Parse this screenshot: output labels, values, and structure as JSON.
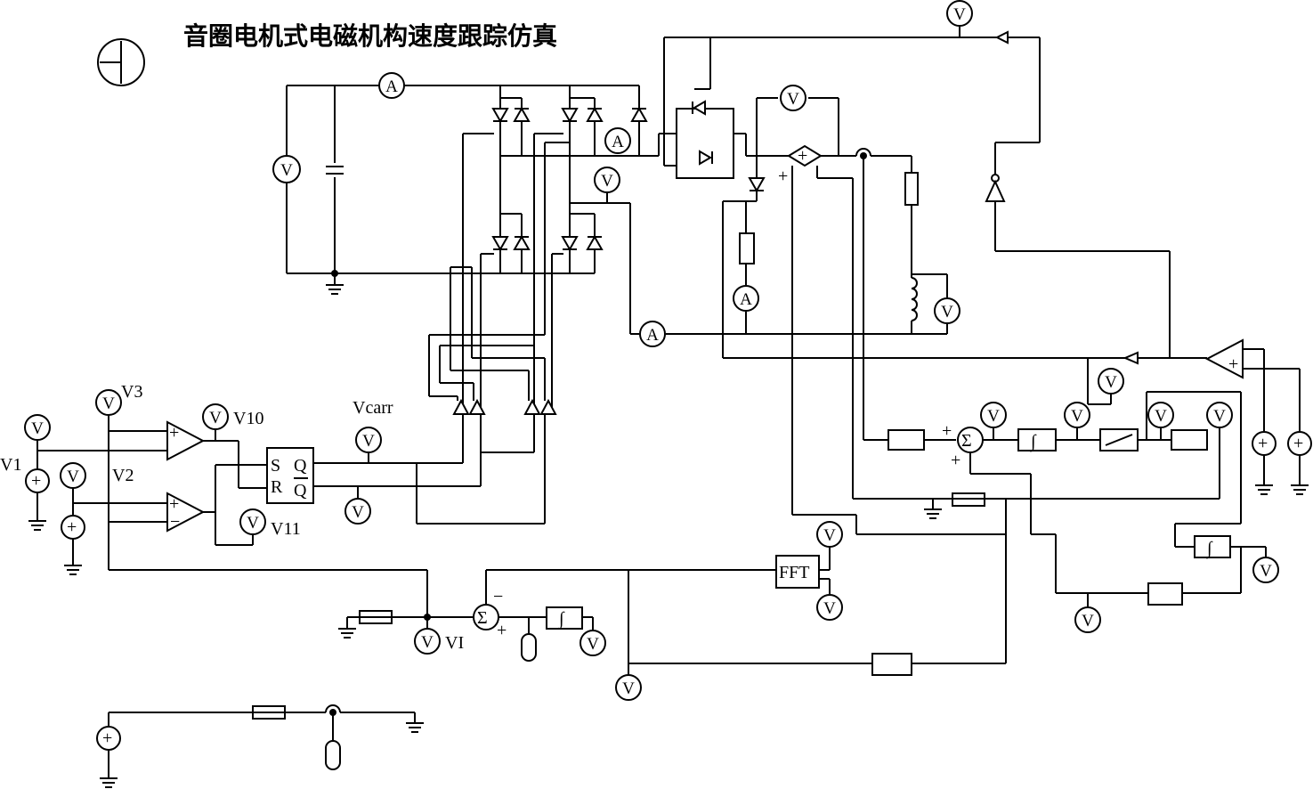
{
  "title": "音圈电机式电磁机构速度跟踪仿真",
  "labels": {
    "v1": "V1",
    "v2": "V2",
    "v3": "V3",
    "v10": "V10",
    "v11": "V11",
    "vcarr": "Vcarr",
    "vi": "VI",
    "sr_s": "S",
    "sr_r": "R",
    "sr_q": "Q",
    "sr_qbar": "Q",
    "fft": "FFT",
    "plus": "+",
    "minus": "−",
    "sigma": "Σ",
    "integ": "∫"
  },
  "meters": {
    "voltmeter": "V",
    "ammeter": "A"
  }
}
